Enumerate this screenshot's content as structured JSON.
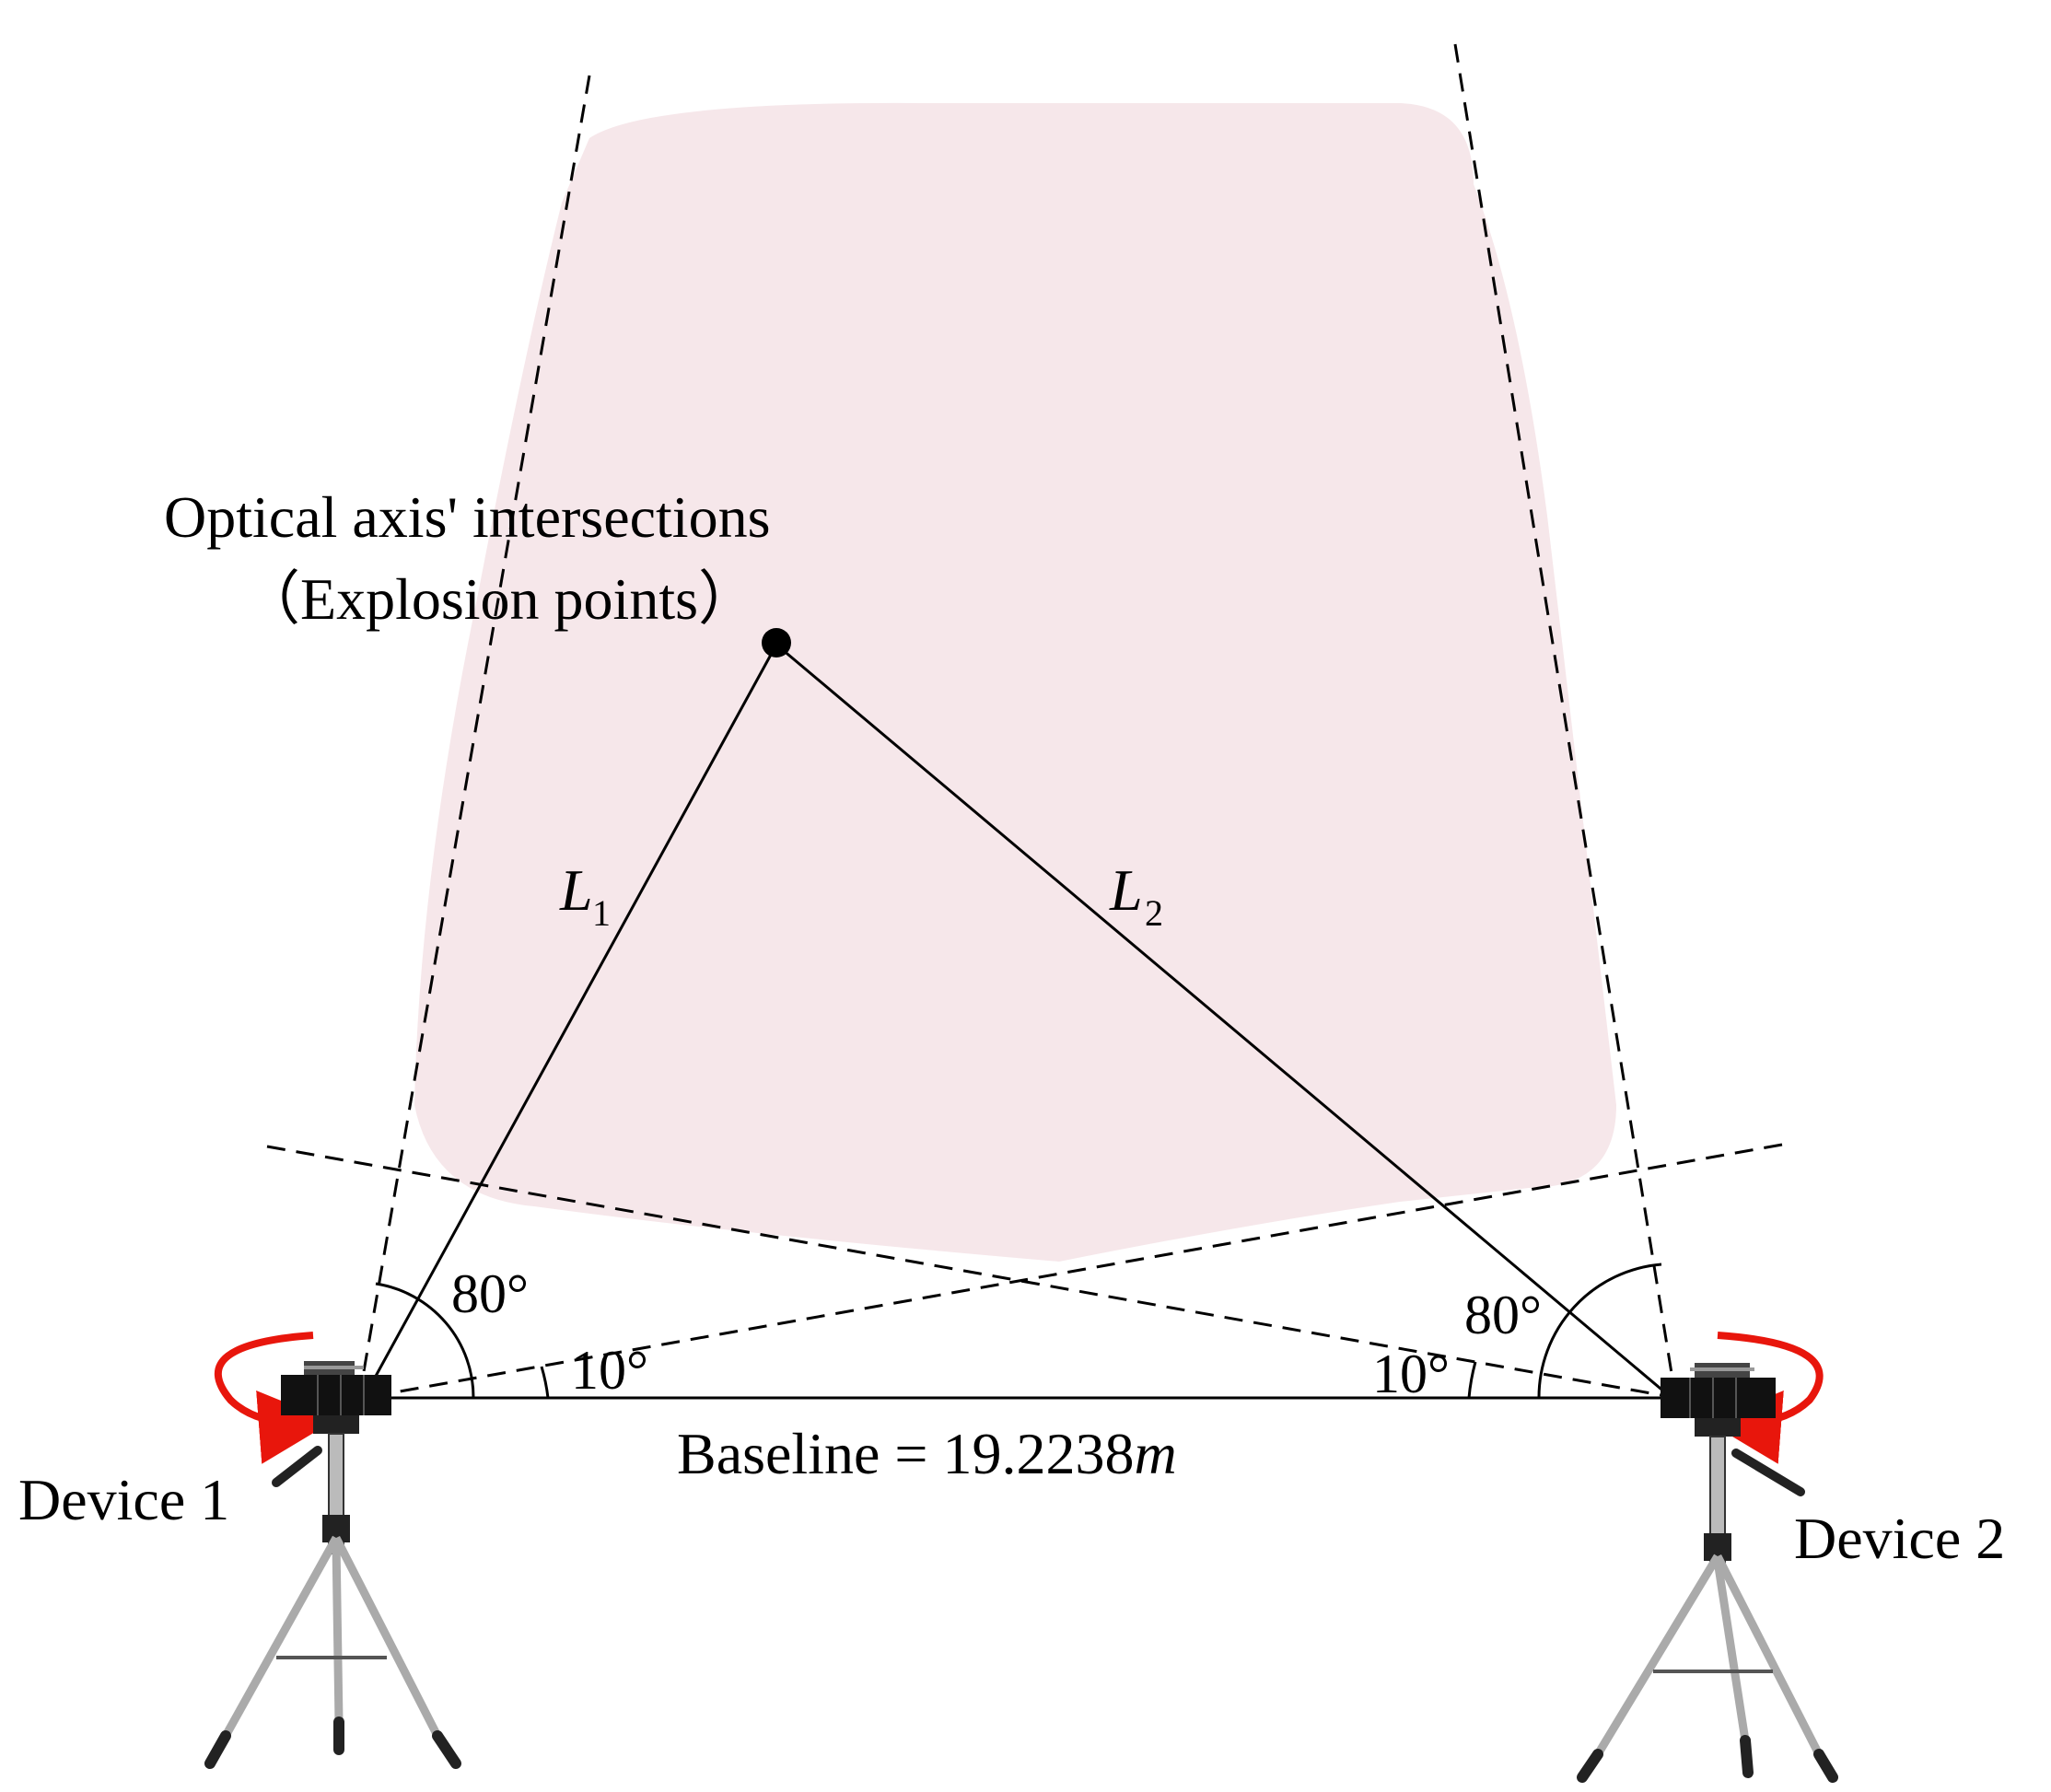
{
  "diagram": {
    "intersection_label_line1": "Optical axis' intersections",
    "intersection_label_line2": "（Explosion points）",
    "l1_symbol": "L",
    "l1_subscript": "1",
    "l2_symbol": "L",
    "l2_subscript": "2",
    "angle_left_outer": "80°",
    "angle_left_inner": "10°",
    "angle_right_outer": "80°",
    "angle_right_inner": "10°",
    "baseline_prefix": "Baseline = 19.2238",
    "baseline_unit": "m",
    "device1_label": "Device 1",
    "device2_label": "Device 2"
  },
  "colors": {
    "region_fill": "#f6e7ea",
    "line": "#000000",
    "rotation_arrow": "#e8160c"
  }
}
